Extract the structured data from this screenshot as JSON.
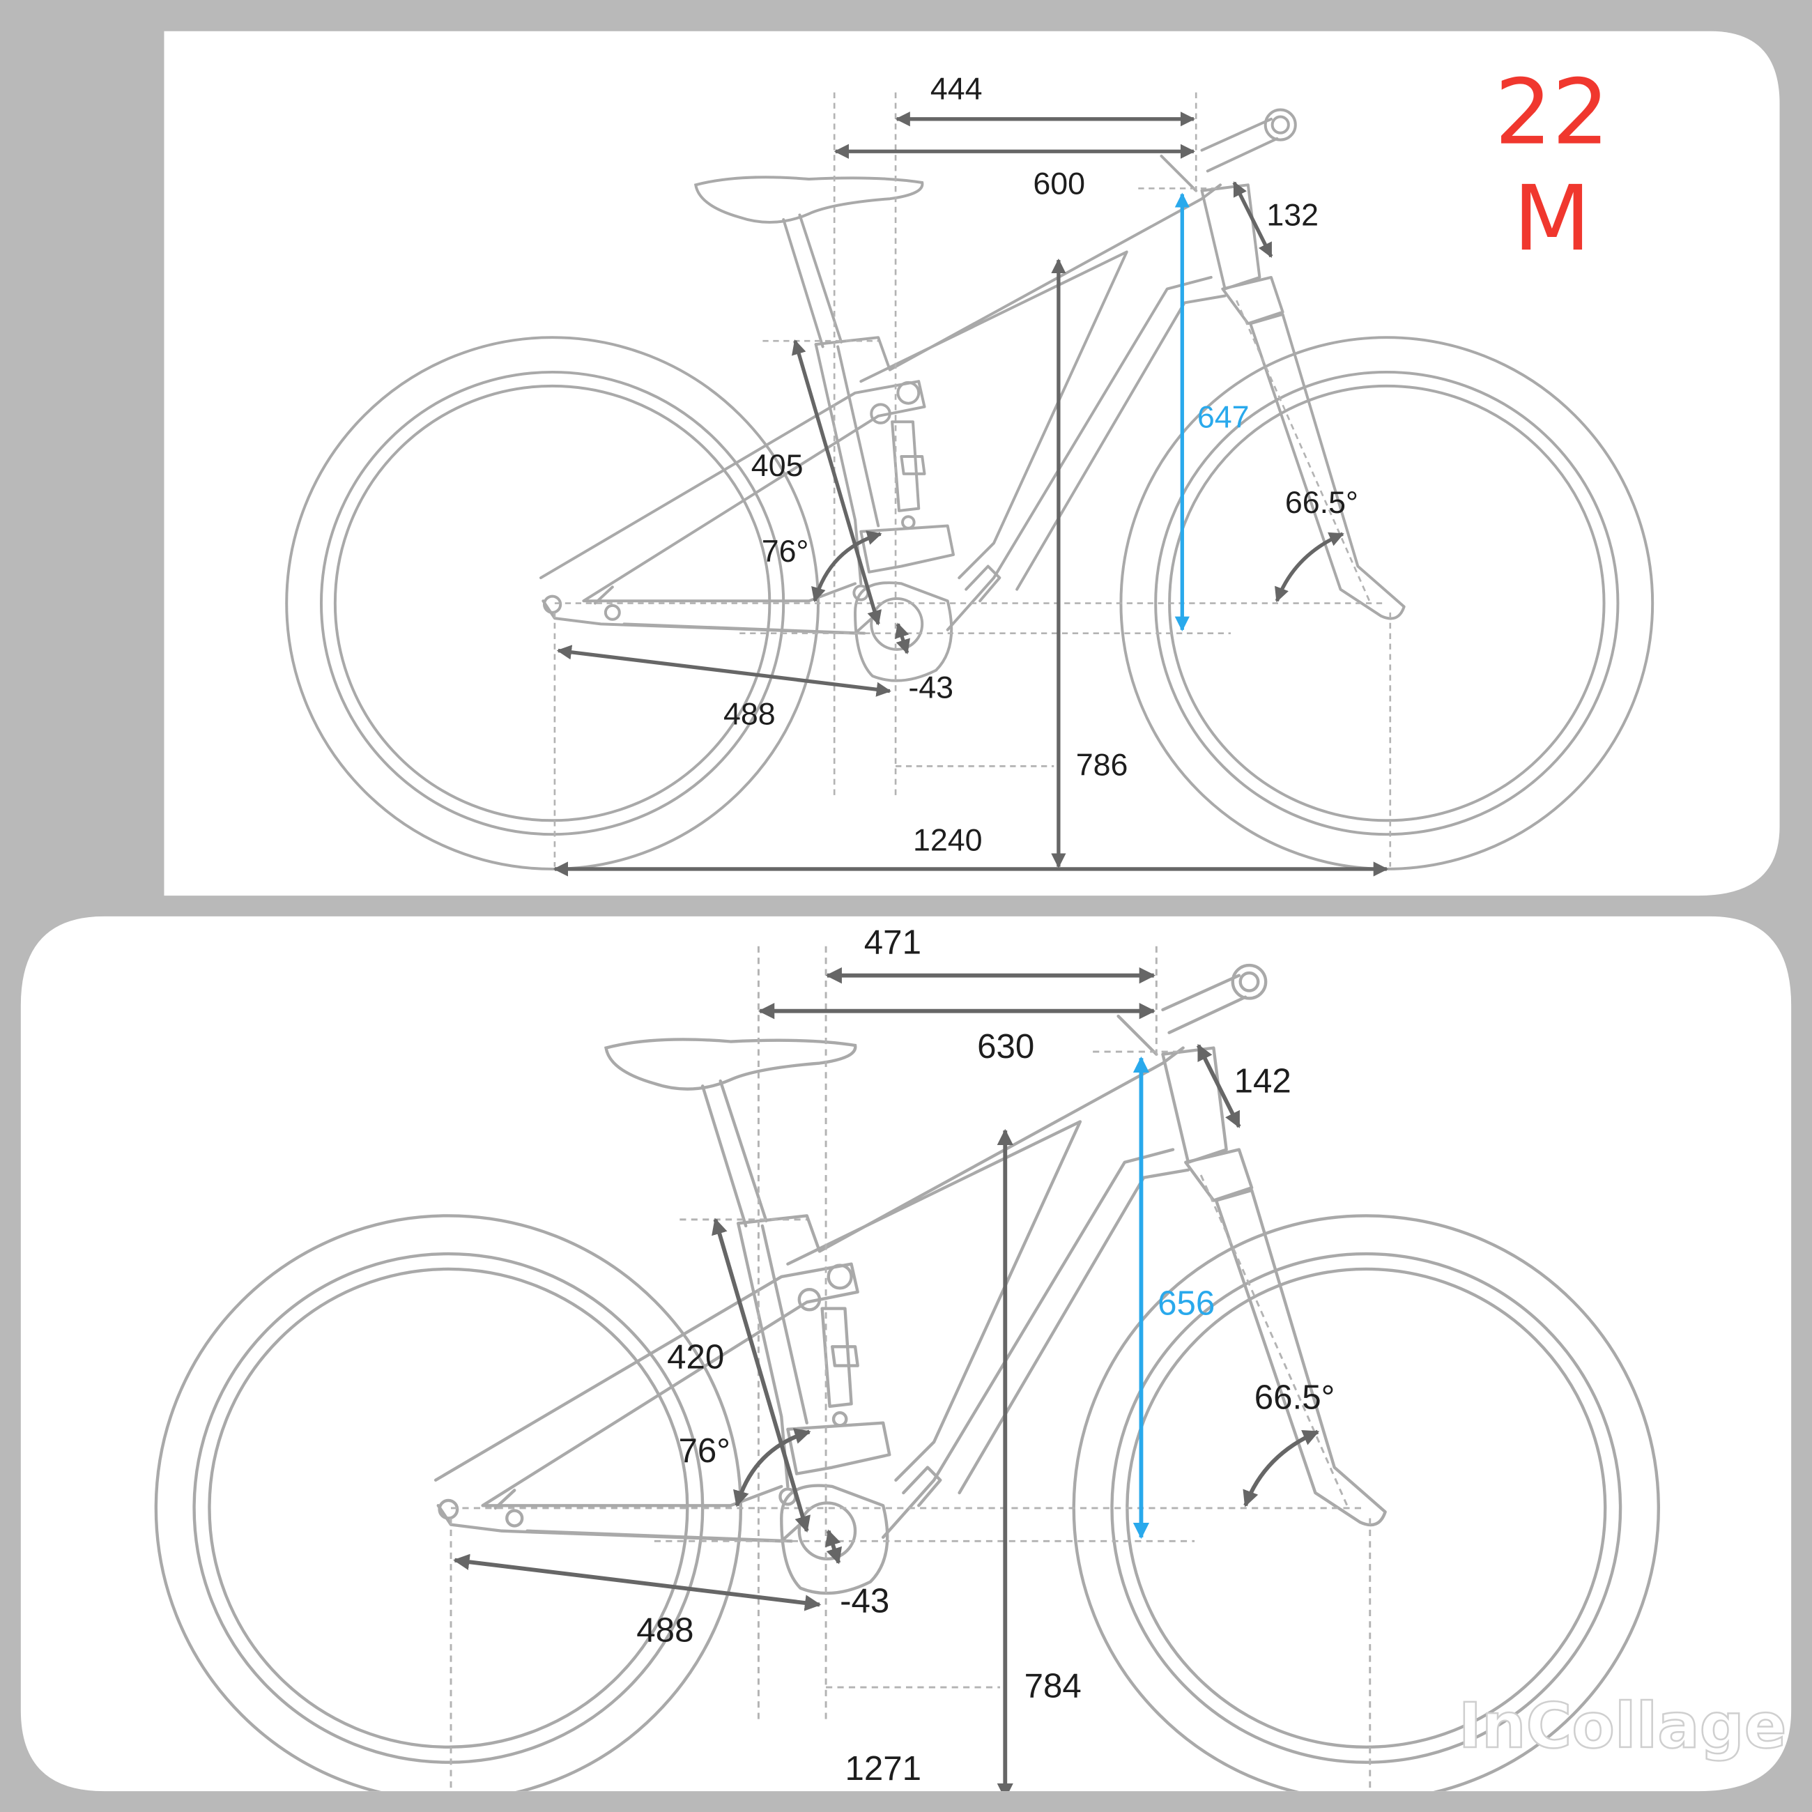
{
  "handwritten_note": "22 M",
  "note_color": "#f0372e",
  "accent_blue": "#29a9ec",
  "panels": [
    {
      "name": "top-geometry",
      "dims": {
        "reach": "444",
        "top_tube": "600",
        "head_tube": "132",
        "stack": "647",
        "head_angle": "66.5°",
        "seat_tube": "405",
        "seat_angle": "76°",
        "bb_drop": "-43",
        "chainstay": "488",
        "standover": "786",
        "wheelbase": "1240"
      }
    },
    {
      "name": "bottom-geometry",
      "dims": {
        "reach": "471",
        "top_tube": "630",
        "head_tube": "142",
        "stack": "656",
        "head_angle": "66.5°",
        "seat_tube": "420",
        "seat_angle": "76°",
        "bb_drop": "-43",
        "chainstay": "488",
        "standover": "784",
        "wheelbase": "1271"
      }
    }
  ],
  "watermark": "InCollage"
}
